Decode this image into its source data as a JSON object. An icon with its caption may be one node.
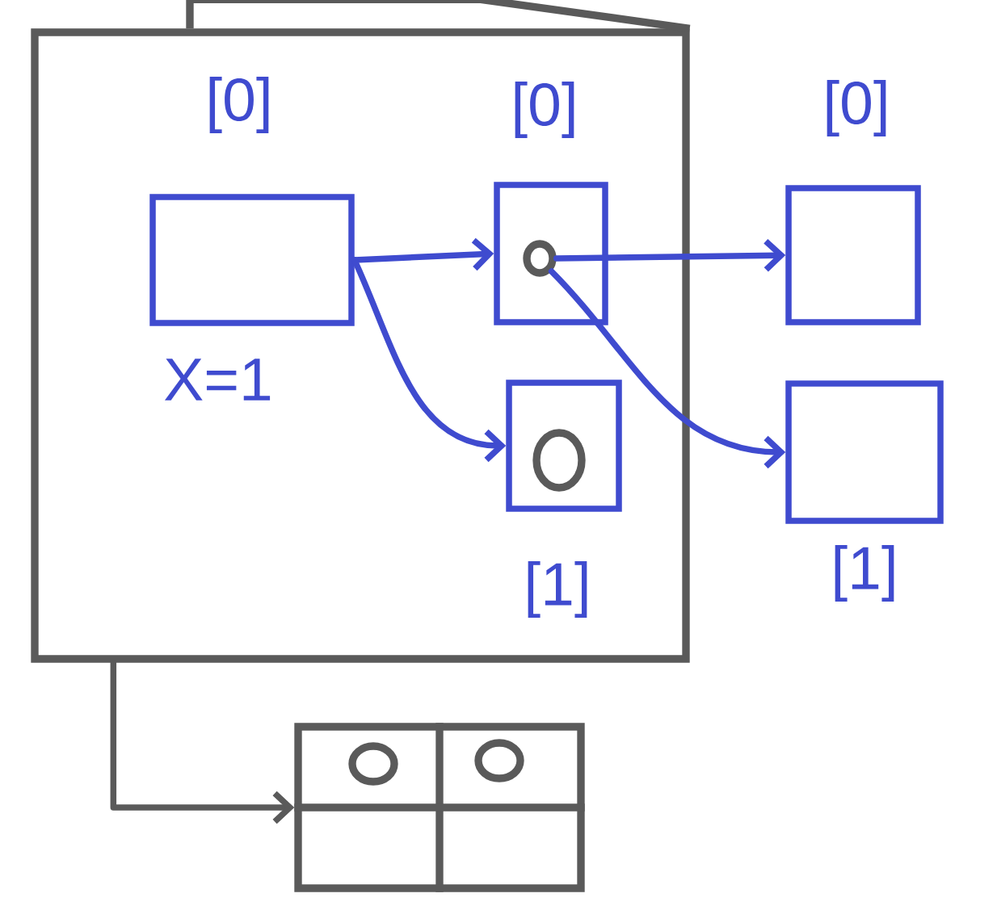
{
  "diagram": {
    "nodes": [
      {
        "text": [],
        "shape": "box"
      },
      {
        "text": [],
        "shape": "box",
        "in": 0,
        "beside": [
          "[0]",
          "X=1"
        ]
      },
      {
        "text": [],
        "shape": "box",
        "in": 0,
        "beside": [
          "[0]"
        ]
      },
      {
        "text": [],
        "shape": "circle",
        "in": 2
      },
      {
        "text": [],
        "shape": "box",
        "in": 0,
        "beside": [
          "[1]"
        ]
      },
      {
        "text": [],
        "shape": "circle",
        "in": 4
      },
      {
        "text": [],
        "shape": "box",
        "beside": [
          "[0]"
        ]
      },
      {
        "text": [],
        "shape": "box",
        "beside": [
          "[1]"
        ]
      },
      {
        "text": [],
        "shape": "box"
      },
      {
        "text": [],
        "shape": "circle",
        "in": 8
      },
      {
        "text": [],
        "shape": "circle",
        "in": 8
      }
    ],
    "edges": [
      {
        "from": 1,
        "to": 2,
        "arrow": "to"
      },
      {
        "from": 1,
        "to": 4,
        "arrow": "to"
      },
      {
        "from": 3,
        "to": 6,
        "arrow": "to"
      },
      {
        "from": 3,
        "to": 7,
        "arrow": "to"
      },
      {
        "from": 0,
        "to": 8,
        "arrow": "to",
        "color": "#5a5a5a"
      }
    ]
  }
}
